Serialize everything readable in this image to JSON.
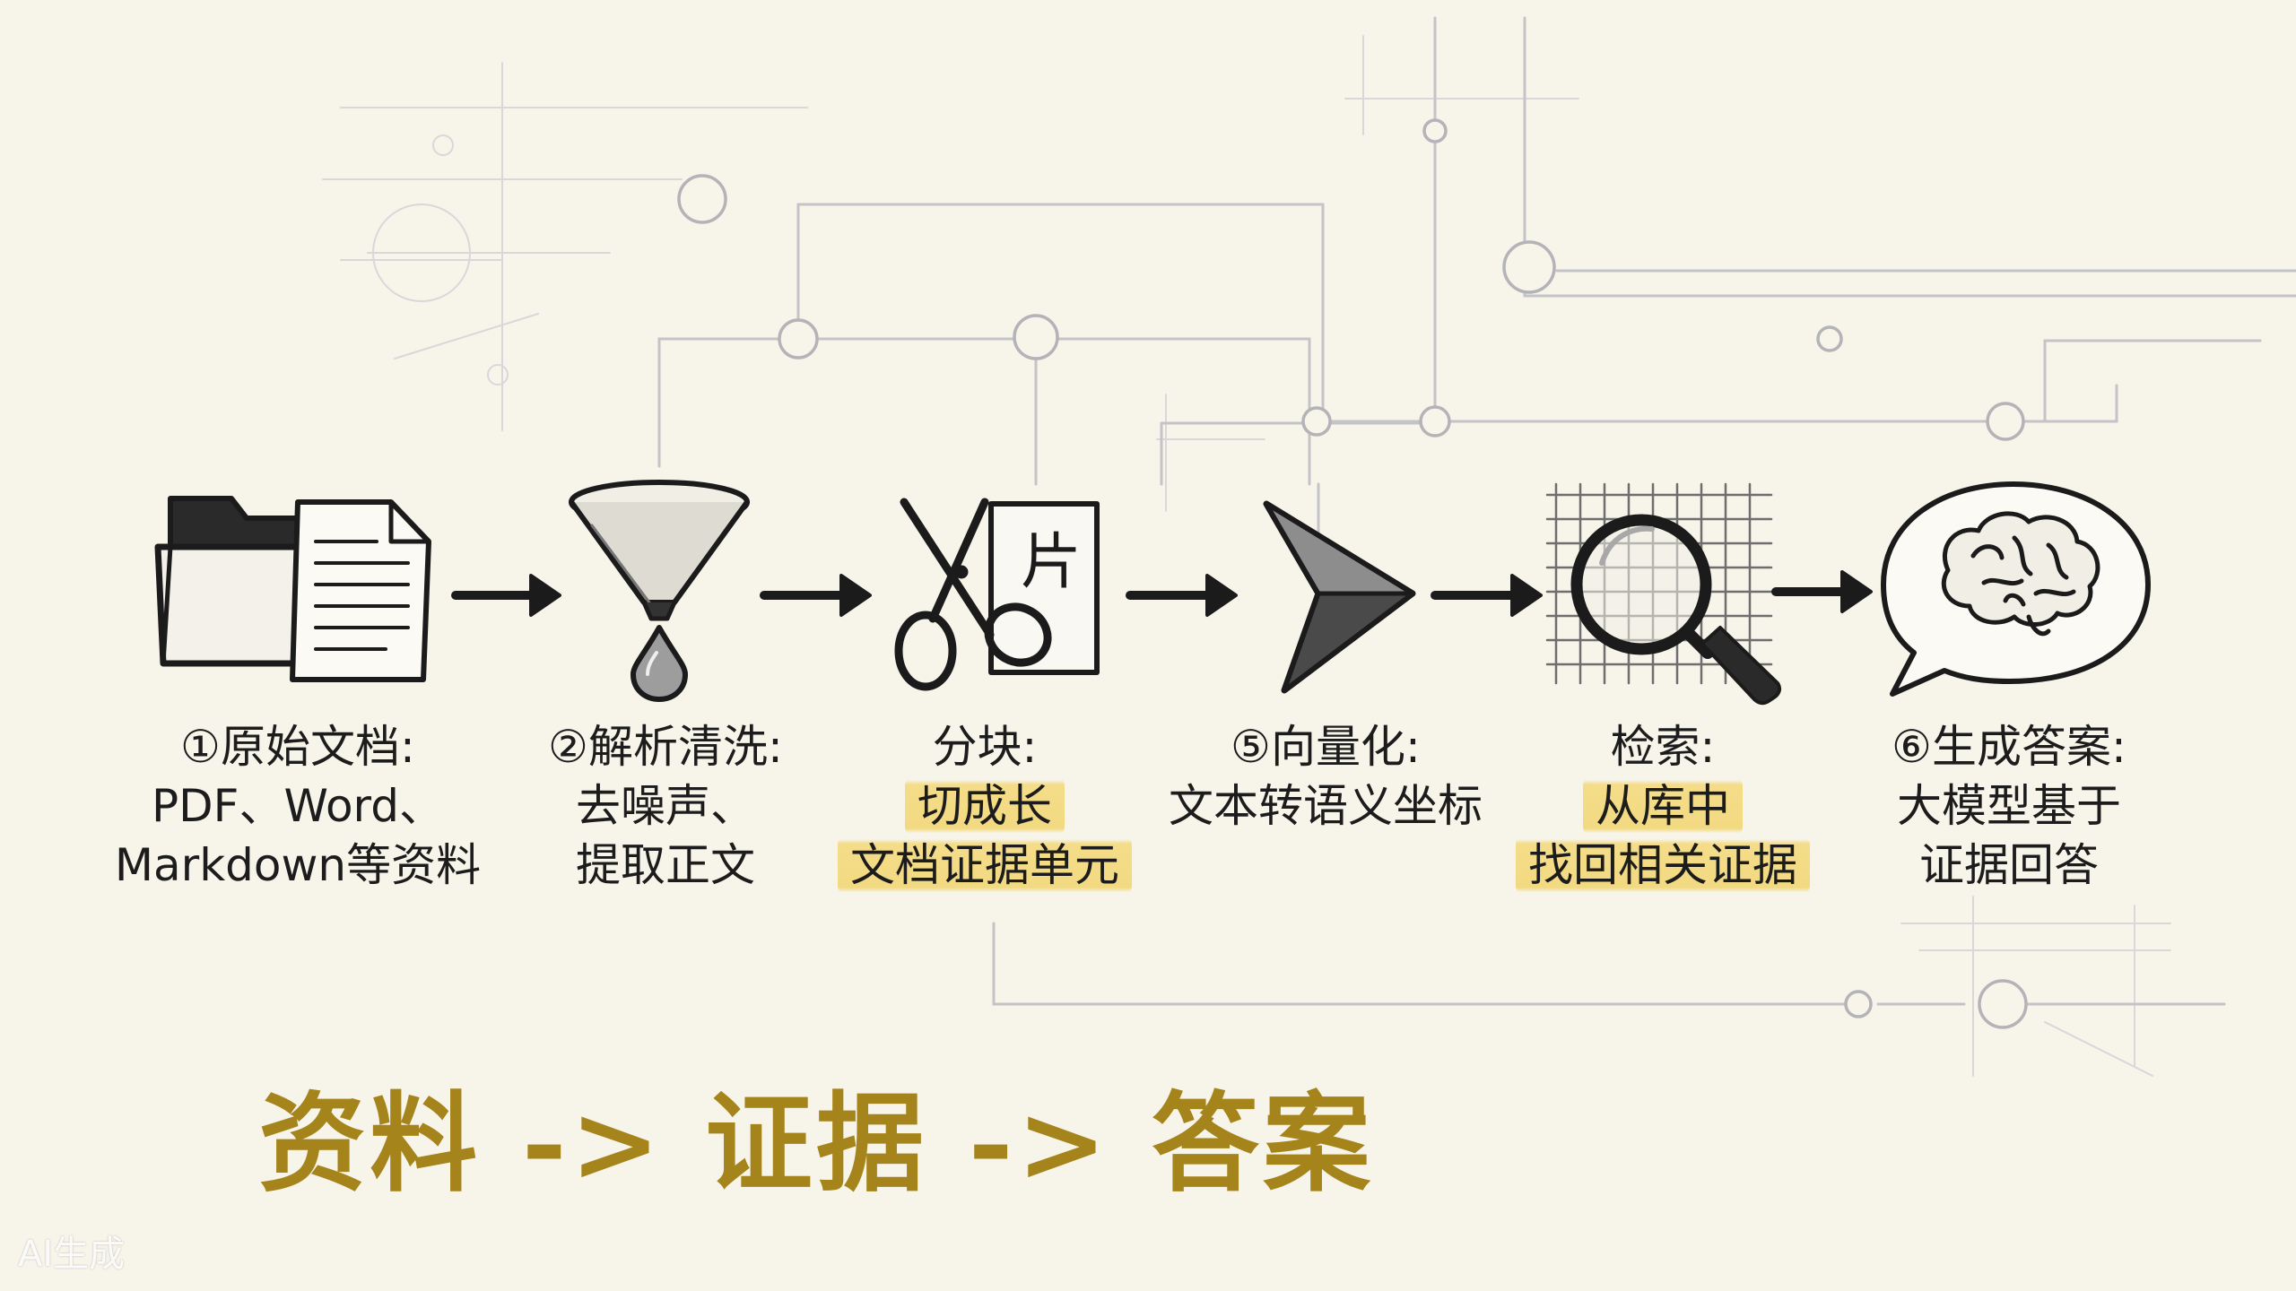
{
  "steps": [
    {
      "icon": "folder-document-icon",
      "lines": [
        "①原始文档:",
        "PDF、Word、",
        "Markdown等资料"
      ],
      "highlight": []
    },
    {
      "icon": "funnel-icon",
      "lines": [
        "②解析清洗:",
        "去噪声、",
        "提取正文"
      ],
      "highlight": []
    },
    {
      "icon": "scissors-icon",
      "lines": [
        "分块:",
        "切成长",
        "文档证据单元"
      ],
      "highlight": [
        1,
        2
      ]
    },
    {
      "icon": "vector-arrow-icon",
      "lines": [
        "⑤向量化:",
        "文本转语义坐标"
      ],
      "highlight": []
    },
    {
      "icon": "magnifier-grid-icon",
      "lines": [
        "检索:",
        "从库中",
        "找回相关证据"
      ],
      "highlight": [
        1,
        2
      ]
    },
    {
      "icon": "brain-speech-bubble-icon",
      "lines": [
        "⑥生成答案:",
        "大模型基于",
        "证据回答"
      ],
      "highlight": []
    }
  ],
  "chip_label": "片",
  "motto": "资料 -> 证据 -> 答案",
  "watermark": "AI生成",
  "colors": {
    "background": "#f7f4ea",
    "ink": "#1c1c1c",
    "circuit": "#b9b9bd",
    "highlight": "#f2d46a",
    "motto": "#a5841c"
  }
}
